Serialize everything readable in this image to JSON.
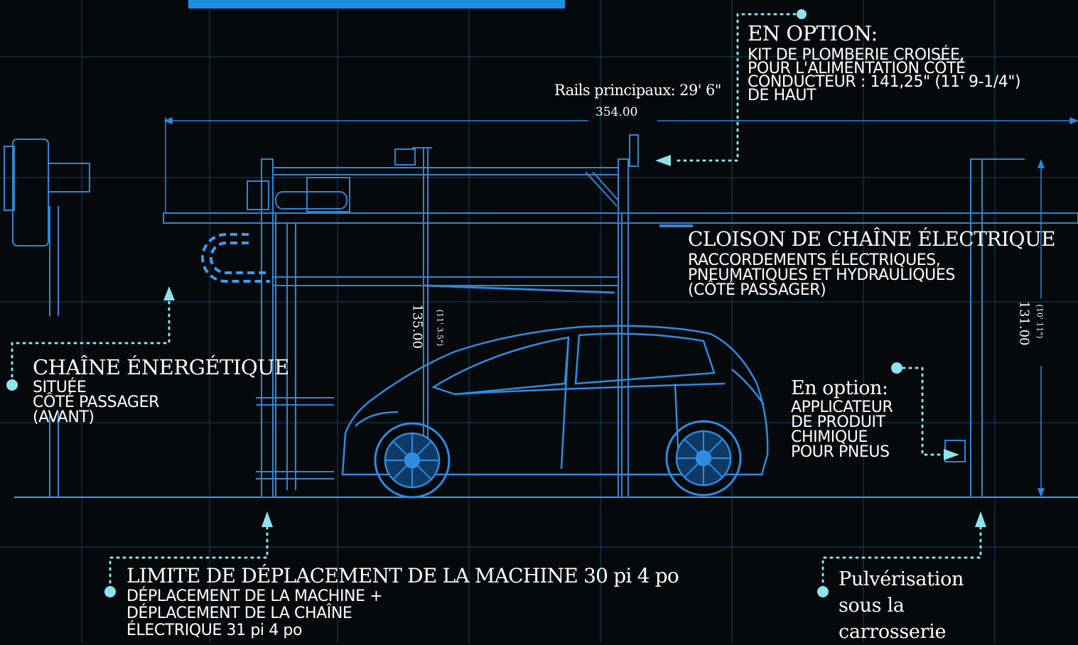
{
  "colors": {
    "background": "#06090c",
    "grid": "#1b5e86",
    "line": "#2f86d6",
    "line_bright": "#3d9cf0",
    "dot": "#8ee3ec",
    "text": "#ffffff",
    "top_bar": "#1a8fe0"
  },
  "rails": {
    "label": "Rails principaux: 29' 6\"",
    "value": "354.00"
  },
  "option_plumbing": {
    "title": "EN OPTION:",
    "lines": [
      "KIT DE PLOMBERIE CROISÉE,",
      "POUR L'ALIMENTATION CÔTÉ",
      "CONDUCTEUR : 141,25\" (11' 9-1/4\")",
      "DE HAUT"
    ]
  },
  "cloison": {
    "title": "CLOISON DE CHAÎNE ÉLECTRIQUE",
    "lines": [
      "RACCORDEMENTS ÉLECTRIQUES,",
      "PNEUMATIQUES ET HYDRAULIQUES",
      "(CÔTÉ PASSAGER)"
    ]
  },
  "chaine": {
    "title": "CHAÎNE ÉNERGÉTIQUE",
    "lines": [
      "SITUÉE",
      "CÔTÉ PASSAGER",
      "(AVANT)"
    ]
  },
  "option_tire": {
    "title": "En option:",
    "lines": [
      "APPLICATEUR",
      "DE PRODUIT",
      "CHIMIQUE",
      "POUR PNEUS"
    ]
  },
  "limite": {
    "title": "LIMITE DE DÉPLACEMENT DE LA MACHINE 30 pi 4 po",
    "lines": [
      "DÉPLACEMENT DE LA MACHINE +",
      "DÉPLACEMENT DE LA CHAÎNE",
      "ÉLECTRIQUE 31 pi 4 po"
    ]
  },
  "spray": {
    "lines": [
      "Pulvérisation",
      "sous la",
      "carrosserie"
    ]
  },
  "dims": {
    "height_inner": "135.00",
    "height_inner_ft": "(11' 3.5\")",
    "height_outer": "131.00",
    "height_outer_ft": "(10' 11\")"
  }
}
